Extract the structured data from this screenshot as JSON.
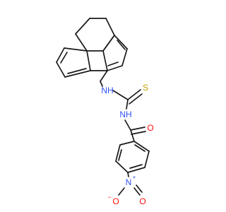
{
  "molecule": {
    "colors": {
      "carbon_bond": "#1a1a1a",
      "nitrogen": "#3050f8",
      "oxygen": "#ff0d0d",
      "sulfur": "#c8a000"
    },
    "atom_labels": {
      "nh_top": "NH",
      "sulfur": "S",
      "nh_middle": "NH",
      "carbonyl_oxygen": "O",
      "nitro_nitrogen": "N",
      "nitro_plus": "+",
      "nitro_oxygen_left": "O",
      "nitro_oxygen_left_charge": "−",
      "nitro_oxygen_right": "O"
    }
  }
}
